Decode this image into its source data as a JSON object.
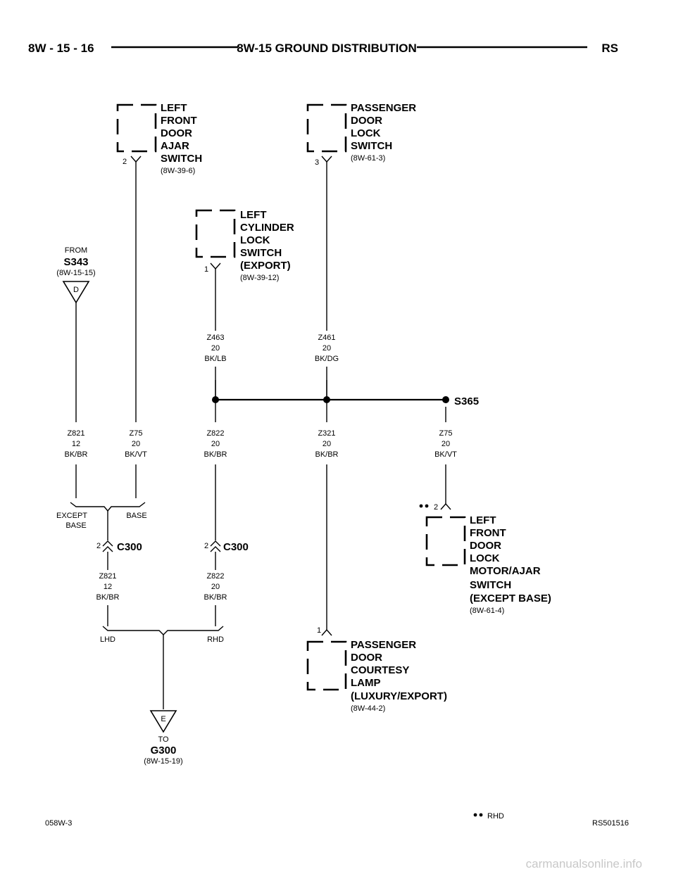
{
  "header": {
    "page": "8W - 15 - 16",
    "title": "8W-15 GROUND DISTRIBUTION",
    "code": "RS"
  },
  "components": {
    "lf_ajar": {
      "lines": [
        "LEFT",
        "FRONT",
        "DOOR",
        "AJAR",
        "SWITCH"
      ],
      "ref": "(8W-39-6)",
      "pin": "2"
    },
    "pass_lock": {
      "lines": [
        "PASSENGER",
        "DOOR",
        "LOCK",
        "SWITCH"
      ],
      "ref": "(8W-61-3)",
      "pin": "3"
    },
    "cyl_lock": {
      "lines": [
        "LEFT",
        "CYLINDER",
        "LOCK",
        "SWITCH",
        "(EXPORT)"
      ],
      "ref": "(8W-39-12)",
      "pin": "1"
    },
    "lf_motor": {
      "lines": [
        "LEFT",
        "FRONT",
        "DOOR",
        "LOCK",
        "MOTOR/AJAR",
        "SWITCH",
        "(EXCEPT BASE)"
      ],
      "ref": "(8W-61-4)",
      "pin": "2"
    },
    "courtesy": {
      "lines": [
        "PASSENGER",
        "DOOR",
        "COURTESY",
        "LAMP",
        "(LUXURY/EXPORT)"
      ],
      "ref": "(8W-44-2)",
      "pin": "1"
    }
  },
  "from": {
    "label": "FROM",
    "splice": "S343",
    "ref": "(8W-15-15)",
    "letter": "D"
  },
  "to": {
    "label": "TO",
    "ground": "G300",
    "ref": "(8W-15-19)",
    "letter": "E"
  },
  "splice": "S365",
  "wires": {
    "z463": [
      "Z463",
      "20",
      "BK/LB"
    ],
    "z461": [
      "Z461",
      "20",
      "BK/DG"
    ],
    "z821a": [
      "Z821",
      "12",
      "BK/BR"
    ],
    "z75a": [
      "Z75",
      "20",
      "BK/VT"
    ],
    "z822a": [
      "Z822",
      "20",
      "BK/BR"
    ],
    "z321": [
      "Z321",
      "20",
      "BK/BR"
    ],
    "z75b": [
      "Z75",
      "20",
      "BK/VT"
    ],
    "z821b": [
      "Z821",
      "12",
      "BK/BR"
    ],
    "z822b": [
      "Z822",
      "20",
      "BK/BR"
    ]
  },
  "branches": {
    "except_base": [
      "EXCEPT",
      "BASE"
    ],
    "base": "BASE",
    "lhd": "LHD",
    "rhd": "RHD"
  },
  "connectors": {
    "left": {
      "pin": "2",
      "name": "C300"
    },
    "right": {
      "pin": "2",
      "name": "C300"
    }
  },
  "legend": {
    "rhd": "RHD"
  },
  "footer": {
    "left": "058W-3",
    "right": "RS501516"
  },
  "watermark": "carmanualsonline.info"
}
